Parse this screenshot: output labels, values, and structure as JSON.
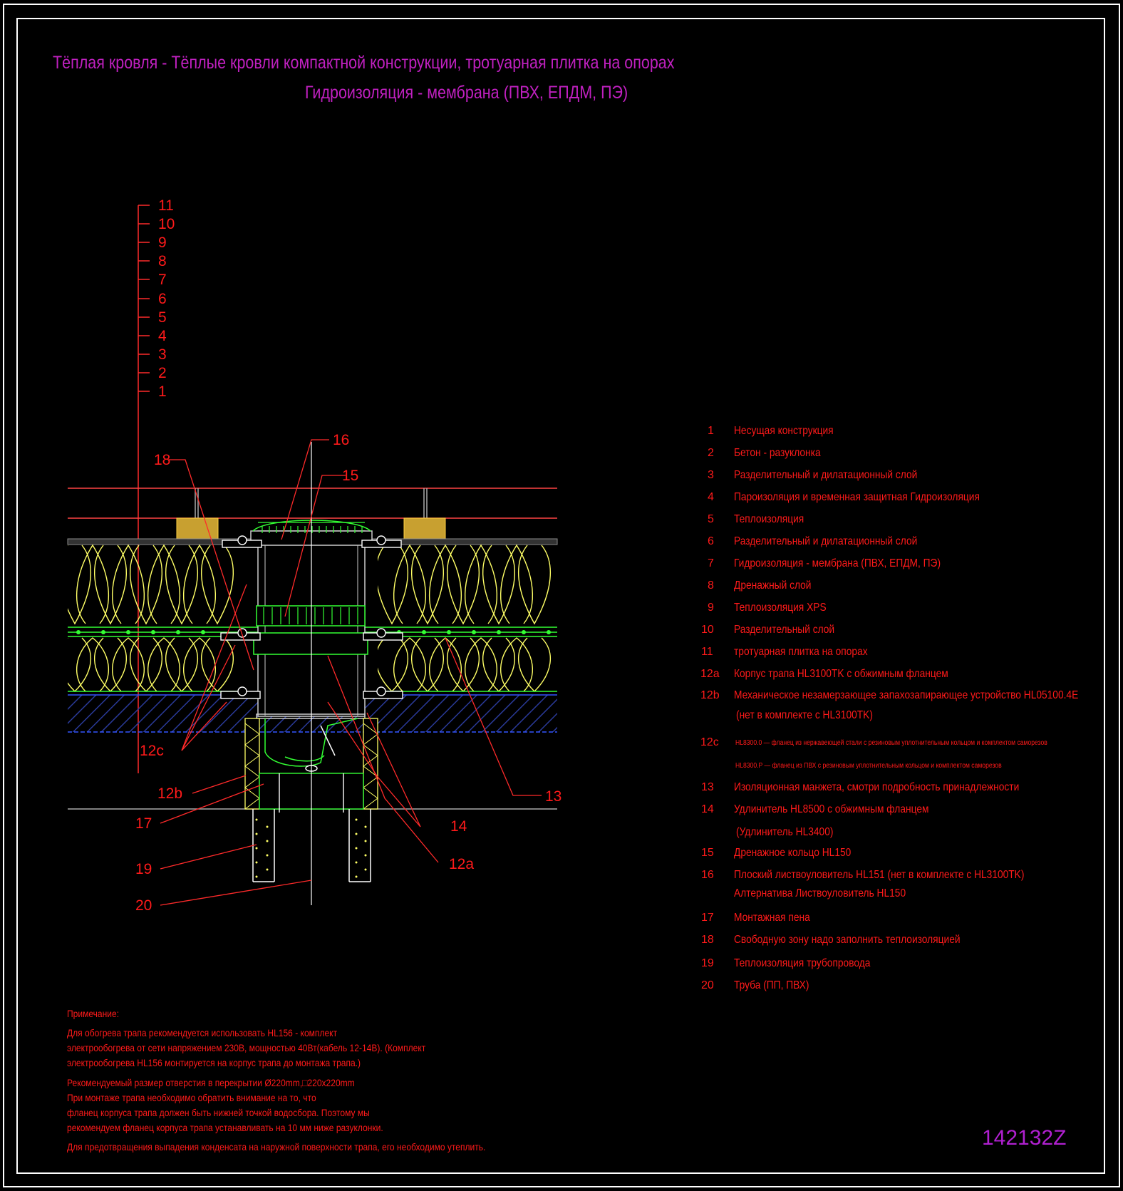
{
  "title_line1": "Тёплая кровля - Тёплые кровли компактной конструкции, тротуарная плитка на опорах",
  "title_line2": "Гидроизоляция - мембрана (ПВХ, ЕПДМ, ПЭ)",
  "drawing_code": "142132Z",
  "layer_numbers": [
    "11",
    "10",
    "9",
    "8",
    "7",
    "6",
    "5",
    "4",
    "3",
    "2",
    "1"
  ],
  "callouts": {
    "c16": "16",
    "c15": "15",
    "c18": "18",
    "c12c": "12c",
    "c12b": "12b",
    "c17": "17",
    "c19": "19",
    "c20": "20",
    "c13": "13",
    "c14": "14",
    "c12a": "12a"
  },
  "legend": [
    {
      "n": "1",
      "t": "Несущая конструкция"
    },
    {
      "n": "2",
      "t": "Бетон - разуклонка"
    },
    {
      "n": "3",
      "t": "Разделительный и дилатационный слой"
    },
    {
      "n": "4",
      "t": "Пароизоляция и временная защитная Гидроизоляция"
    },
    {
      "n": "5",
      "t": "Теплоизоляция"
    },
    {
      "n": "6",
      "t": "Разделительный и дилатационный слой"
    },
    {
      "n": "7",
      "t": "Гидроизоляция - мембрана (ПВХ, ЕПДМ, ПЭ)"
    },
    {
      "n": "8",
      "t": "Дренажный слой"
    },
    {
      "n": "9",
      "t": "Теплоизоляция XPS"
    },
    {
      "n": "10",
      "t": "Разделительный слой"
    },
    {
      "n": "11",
      "t": "тротуарная плитка на опорах"
    },
    {
      "n": "12a",
      "t": "Корпус трапа HL3100TK с обжимным фланцем"
    },
    {
      "n": "12b",
      "t": "Механическое незамерзающее запахозапирающее устройство HL05100.4E"
    },
    {
      "n": "",
      "t": "(нет в комплекте с HL3100TK)"
    },
    {
      "n": "12c",
      "t": "HL8300.0 — фланец из нержавеющей стали с резиновым уплотнительным кольцом и комплектом саморезов"
    },
    {
      "n": "",
      "t": "HL8300.P — фланец из ПВХ с резиновым уплотнительным кольцом и комплектом саморезов"
    },
    {
      "n": "13",
      "t": "Изоляционная манжета, смотри подробность принадлежности"
    },
    {
      "n": "14",
      "t": "Удлинитель HL8500 с обжимным фланцем"
    },
    {
      "n": "",
      "t": "(Удлинитель HL3400)"
    },
    {
      "n": "15",
      "t": "Дренажное кольцо HL150"
    },
    {
      "n": "16",
      "t": "Плоский листвоуловитель HL151 (нет в комплекте с HL3100TK)"
    },
    {
      "n": "",
      "t": "Алтернатива Листвоуловитель HL150"
    },
    {
      "n": "17",
      "t": "Монтажная пена"
    },
    {
      "n": "18",
      "t": "Свободную зону надо заполнить теплоизоляцией"
    },
    {
      "n": "19",
      "t": "Теплоизоляция трубопровода"
    },
    {
      "n": "20",
      "t": "Труба (ПП, ПВХ)"
    }
  ],
  "notes": {
    "heading": "Примечание:",
    "p1_l1": "Для обогрева трапа рекомендуется использовать HL156 - комплект",
    "p1_l2": "электрообогрева от сети напряжением 230В, мощностью 40Вт(кабель 12-14В). (Комплект",
    "p1_l3": "электрообогрева HL156 монтируется на корпус трапа до монтажа трапа.)",
    "p2_l1": "Рекомендуемый размер отверстия в перекрытии Ø220mm,□220x220mm",
    "p2_l2": "При монтаже трапа необходимо обратить внимание на то, что",
    "p2_l3": "фланец корпуса трапа должен быть нижней точкой водосбора. Поэтому мы",
    "p2_l4": "рекомендуем фланец корпуса трапа устанавливать на 10 мм ниже разуклонки.",
    "p3": "Для предотвращения выпадения конденсата на наружной поверхности трапа, его необходимо утеплить."
  },
  "colors": {
    "frame": "#ffffff",
    "title": "#c020c0",
    "label": "#ff1a1a",
    "insulation": "#ffff66",
    "drain": "#66ff66",
    "concrete": "#2a3a99"
  }
}
